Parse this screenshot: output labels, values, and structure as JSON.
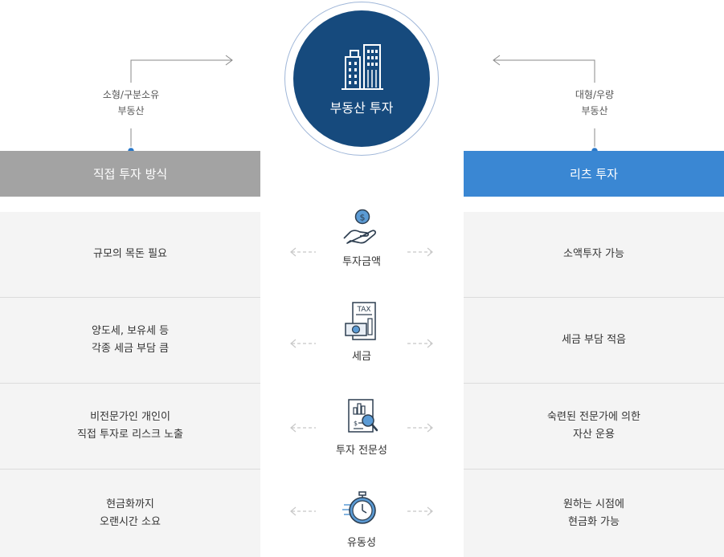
{
  "center": {
    "title": "부동산 투자"
  },
  "left": {
    "sublabel": [
      "소형/구분소유",
      "부동산"
    ],
    "header": "직접 투자 방식",
    "header_color": "#a3a3a3",
    "rows": [
      [
        "규모의 목돈 필요"
      ],
      [
        "양도세, 보유세 등",
        "각종 세금 부담 큼"
      ],
      [
        "비전문가인 개인이",
        "직접 투자로 리스크 노출"
      ],
      [
        "현금화까지",
        "오랜시간 소요"
      ]
    ]
  },
  "right": {
    "sublabel": [
      "대형/우량",
      "부동산"
    ],
    "header": "리츠 투자",
    "header_color": "#3a87d3",
    "rows": [
      [
        "소액투자 가능"
      ],
      [
        "세금 부담 적음"
      ],
      [
        "숙련된 전문가에 의한",
        "자산 운용"
      ],
      [
        "원하는 시점에",
        "현금화 가능"
      ]
    ]
  },
  "criteria": [
    {
      "label": "투자금액",
      "icon": "money-hand-icon"
    },
    {
      "label": "세금",
      "icon": "tax-document-icon"
    },
    {
      "label": "투자 전문성",
      "icon": "analysis-report-icon"
    },
    {
      "label": "유동성",
      "icon": "stopwatch-icon"
    }
  ],
  "icons": {
    "tax_text": "TAX",
    "dollar": "$"
  },
  "colors": {
    "navy": "#164a7d",
    "dot": "#2a78c8",
    "row_bg": "#f4f4f4"
  }
}
